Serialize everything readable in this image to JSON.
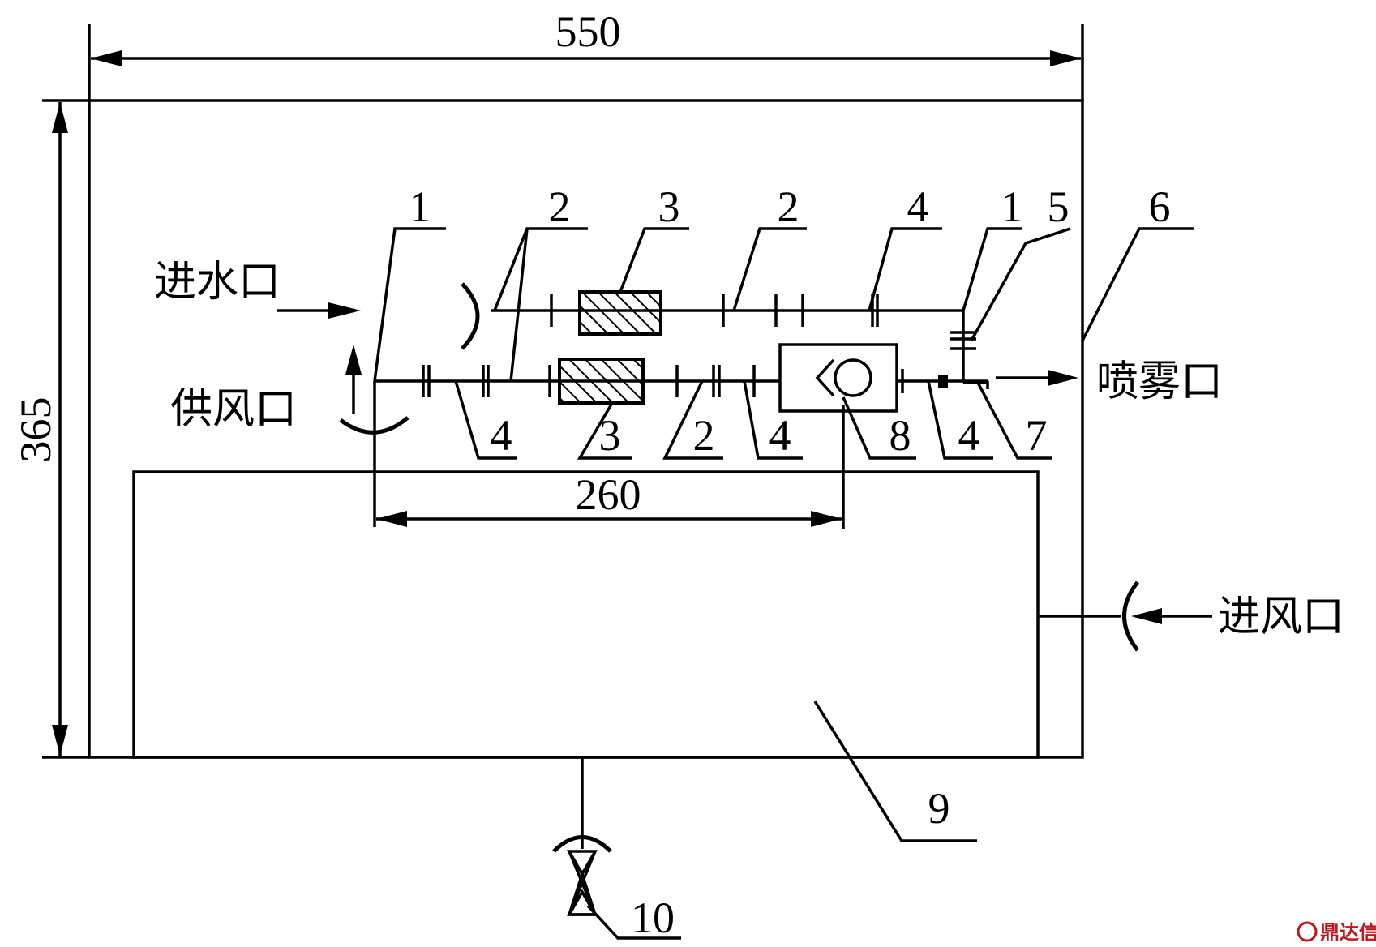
{
  "dimensions": {
    "width": "550",
    "height": "365",
    "spacing": "260"
  },
  "ports": {
    "water_inlet": "进水口",
    "air_supply": "供风口",
    "spray_outlet": "喷雾口",
    "air_inlet": "进风口"
  },
  "callouts": {
    "c1a": "1",
    "c2a": "2",
    "c3a": "3",
    "c2b": "2",
    "c4a": "4",
    "c1b": "1",
    "c5": "5",
    "c6": "6",
    "c4b": "4",
    "c3b": "3",
    "c2c": "2",
    "c4c": "4",
    "c8": "8",
    "c4d": "4",
    "c7": "7",
    "c9": "9",
    "c10": "10"
  },
  "watermark": "鼎达信",
  "icons": [
    "elbow-fitting-icon",
    "filter-icon",
    "nozzle-icon",
    "valve-icon",
    "arrow-icon"
  ]
}
